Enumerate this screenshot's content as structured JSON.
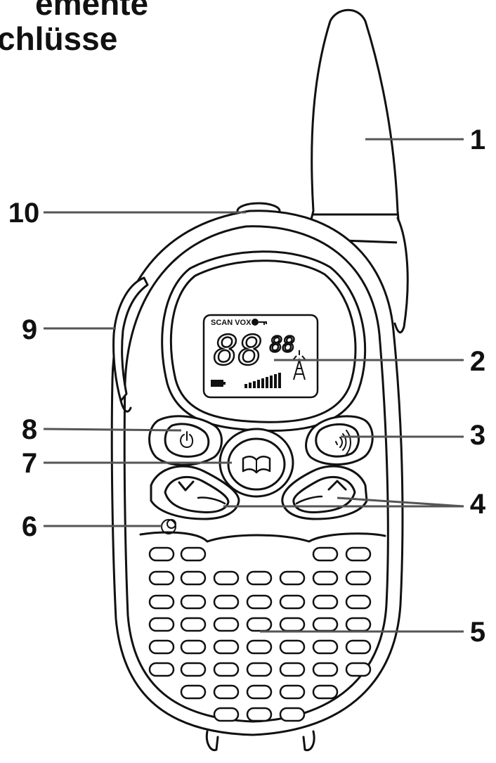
{
  "title": {
    "line1": "emente",
    "line2": "chlüsse"
  },
  "lcd": {
    "indicator_text": "SCAN VOX",
    "channel_digits": "88",
    "sub_digits": "88"
  },
  "callouts": [
    {
      "id": "antenna",
      "label": "1"
    },
    {
      "id": "display",
      "label": "2"
    },
    {
      "id": "call-button",
      "label": "3"
    },
    {
      "id": "up-down-buttons",
      "label": "4"
    },
    {
      "id": "speaker",
      "label": "5"
    },
    {
      "id": "microphone",
      "label": "6"
    },
    {
      "id": "menu-button",
      "label": "7"
    },
    {
      "id": "power-button",
      "label": "8"
    },
    {
      "id": "ptt-button",
      "label": "9"
    },
    {
      "id": "headset-jack",
      "label": "10"
    }
  ],
  "colors": {
    "line": "#111111",
    "leader": "#555555",
    "background": "#ffffff"
  }
}
